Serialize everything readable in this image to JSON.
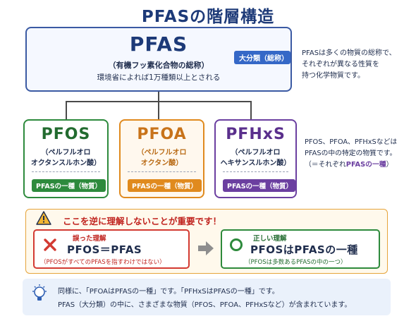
{
  "title": "PFASの階層構造",
  "top": {
    "name": "PFAS",
    "subtitle": "（有機フッ素化合物の総称）",
    "note": "環境省によれば1万種類以上とされる",
    "badge": "大分類（総称）",
    "side_note": [
      "PFASは多くの物質の総称で、",
      "それぞれが異なる性質を",
      "持つ化学物質です。"
    ]
  },
  "children": [
    {
      "name": "PFOS",
      "sub1": "（ペルフルオロ",
      "sub2": "オクタンスルホン酸）",
      "tag": "PFASの一種（物質）",
      "color": "#2d8a3c"
    },
    {
      "name": "PFOA",
      "sub1": "（ペルフルオロ",
      "sub2": "オクタン酸）",
      "tag": "PFASの一種（物質）",
      "color": "#e08a1e"
    },
    {
      "name": "PFHxS",
      "sub1": "（ペルフルオロ",
      "sub2": "ヘキサンスルホン酸）",
      "tag": "PFASの一種（物質）",
      "color": "#6b3fa0"
    }
  ],
  "children_note": {
    "line1": "PFOS、PFOA、PFHxSなどは",
    "line2": "PFASの中の特定の物質です。",
    "line3_prefix": "（＝それぞれ",
    "line3_emph": "PFASの一種",
    "line3_suffix": "）"
  },
  "warning": {
    "title": "ここを逆に理解しないことが重要です！",
    "wrong": {
      "label": "誤った理解",
      "main": "PFOS＝PFAS",
      "note": "（PFOSがすべてのPFASを指すわけではない）"
    },
    "right": {
      "label": "正しい理解",
      "main": "PFOSはPFASの一種",
      "note": "（PFOSは多数あるPFASの中の一つ）"
    }
  },
  "info": {
    "line1": "同様に、「PFOAはPFASの一種」です。「PFHxSはPFASの一種」です。",
    "line2": "PFAS（大分類）の中に、さまざまな物質（PFOS、PFOA、PFHxSなど）が含まれています。"
  },
  "colors": {
    "navy": "#1d3a78",
    "green": "#2d8a3c",
    "orange": "#e08a1e",
    "purple": "#6b3fa0",
    "red": "#c0241f"
  }
}
